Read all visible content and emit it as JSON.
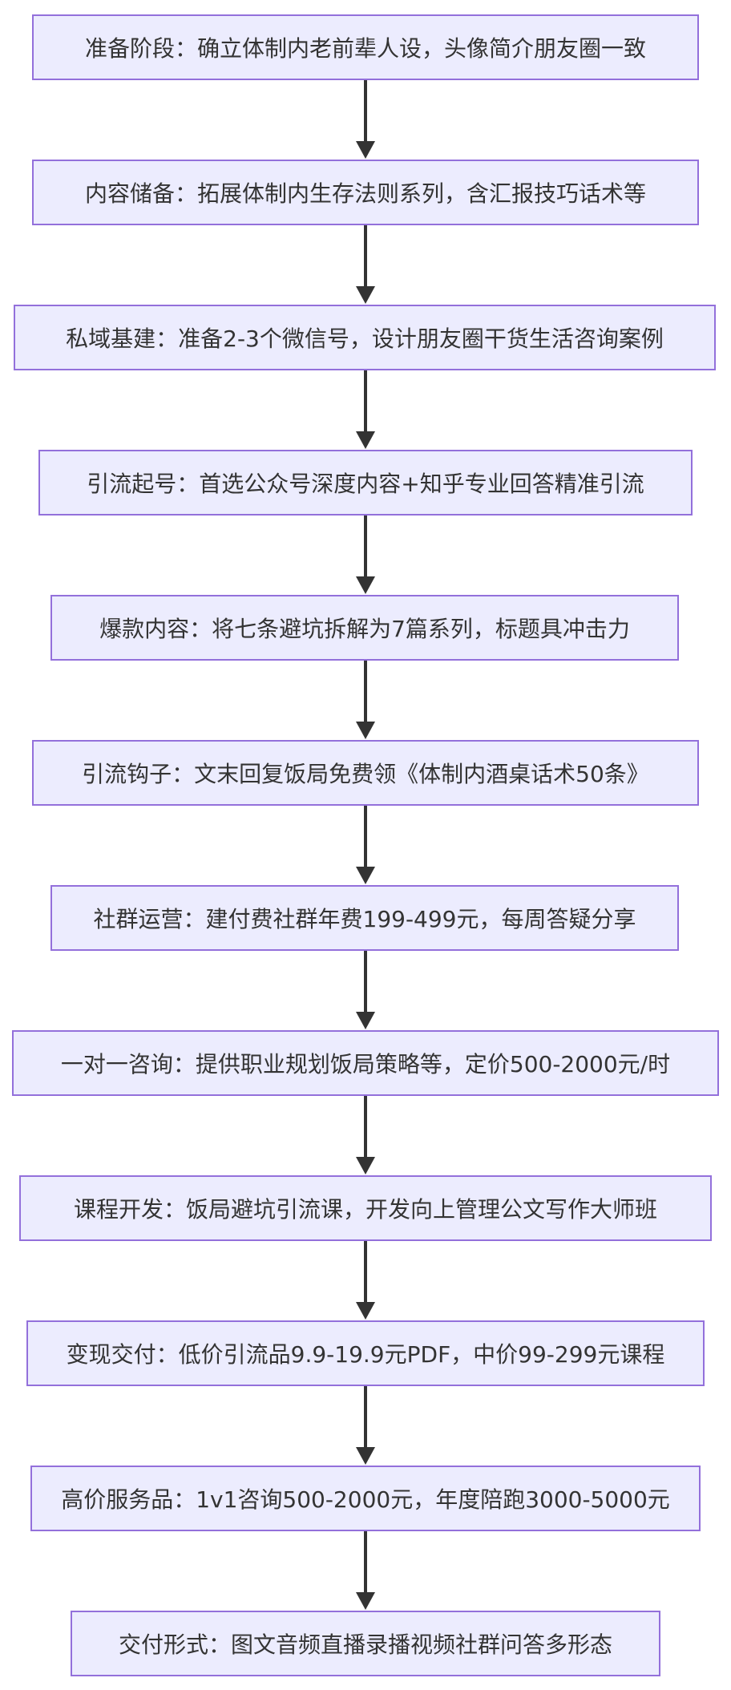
{
  "flow": {
    "steps": [
      "准备阶段：确立体制内老前辈人设，头像简介朋友圈一致",
      "内容储备：拓展体制内生存法则系列，含汇报技巧话术等",
      "私域基建：准备2-3个微信号，设计朋友圈干货生活咨询案例",
      "引流起号：首选公众号深度内容+知乎专业回答精准引流",
      "爆款内容：将七条避坑拆解为7篇系列，标题具冲击力",
      "引流钩子：文末回复饭局免费领《体制内酒桌话术50条》",
      "社群运营：建付费社群年费199-499元，每周答疑分享",
      "一对一咨询：提供职业规划饭局策略等，定价500-2000元/时",
      "课程开发：饭局避坑引流课，开发向上管理公文写作大师班",
      "变现交付：低价引流品9.9-19.9元PDF，中价99-299元课程",
      "高价服务品：1v1咨询500-2000元，年度陪跑3000-5000元",
      "交付形式：图文音频直播录播视频社群问答多形态"
    ]
  },
  "colors": {
    "node_fill": "#ececfe",
    "node_border": "#9370db",
    "text": "#333333",
    "arrow": "#333333"
  }
}
